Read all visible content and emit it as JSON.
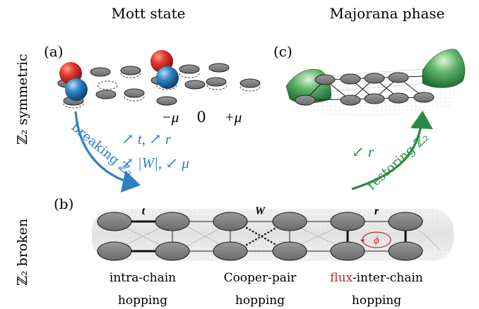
{
  "headers": {
    "mott": "Mott state",
    "majorana": "Majorana phase"
  },
  "rows": {
    "symmetric": "ℤ₂ symmetric",
    "broken": "ℤ₂ broken"
  },
  "panels": {
    "a": "(a)",
    "b": "(b)",
    "c": "(c)"
  },
  "potentials": {
    "minus_mu": "−μ",
    "zero": "0",
    "plus_mu": "+μ"
  },
  "arrows": {
    "breaking": "breaking ℤ₂",
    "breaking_line1": "↗ t, ↗ r",
    "breaking_line2": "↗ |W|, ↙ μ",
    "restoring": "restoring ℤ₂",
    "restoring_param": "↙ r"
  },
  "ladder": {
    "t_label": "t",
    "w_label": "W",
    "r_label": "r",
    "phi_label": "ϕ",
    "captions": {
      "intra": [
        "intra-chain",
        "hopping"
      ],
      "cooper": [
        "Cooper-pair",
        "hopping"
      ],
      "flux_word": "flux",
      "flux_rest": "-inter-chain",
      "flux_line2": "hopping"
    }
  },
  "colors": {
    "blue_arrow": "#2f7fc0",
    "green_arrow": "#2a8a45",
    "red_flux": "#c0262b",
    "site_gray": "#7c7c7c",
    "particle_red": "#e0362c",
    "particle_blue": "#2f85c9"
  }
}
